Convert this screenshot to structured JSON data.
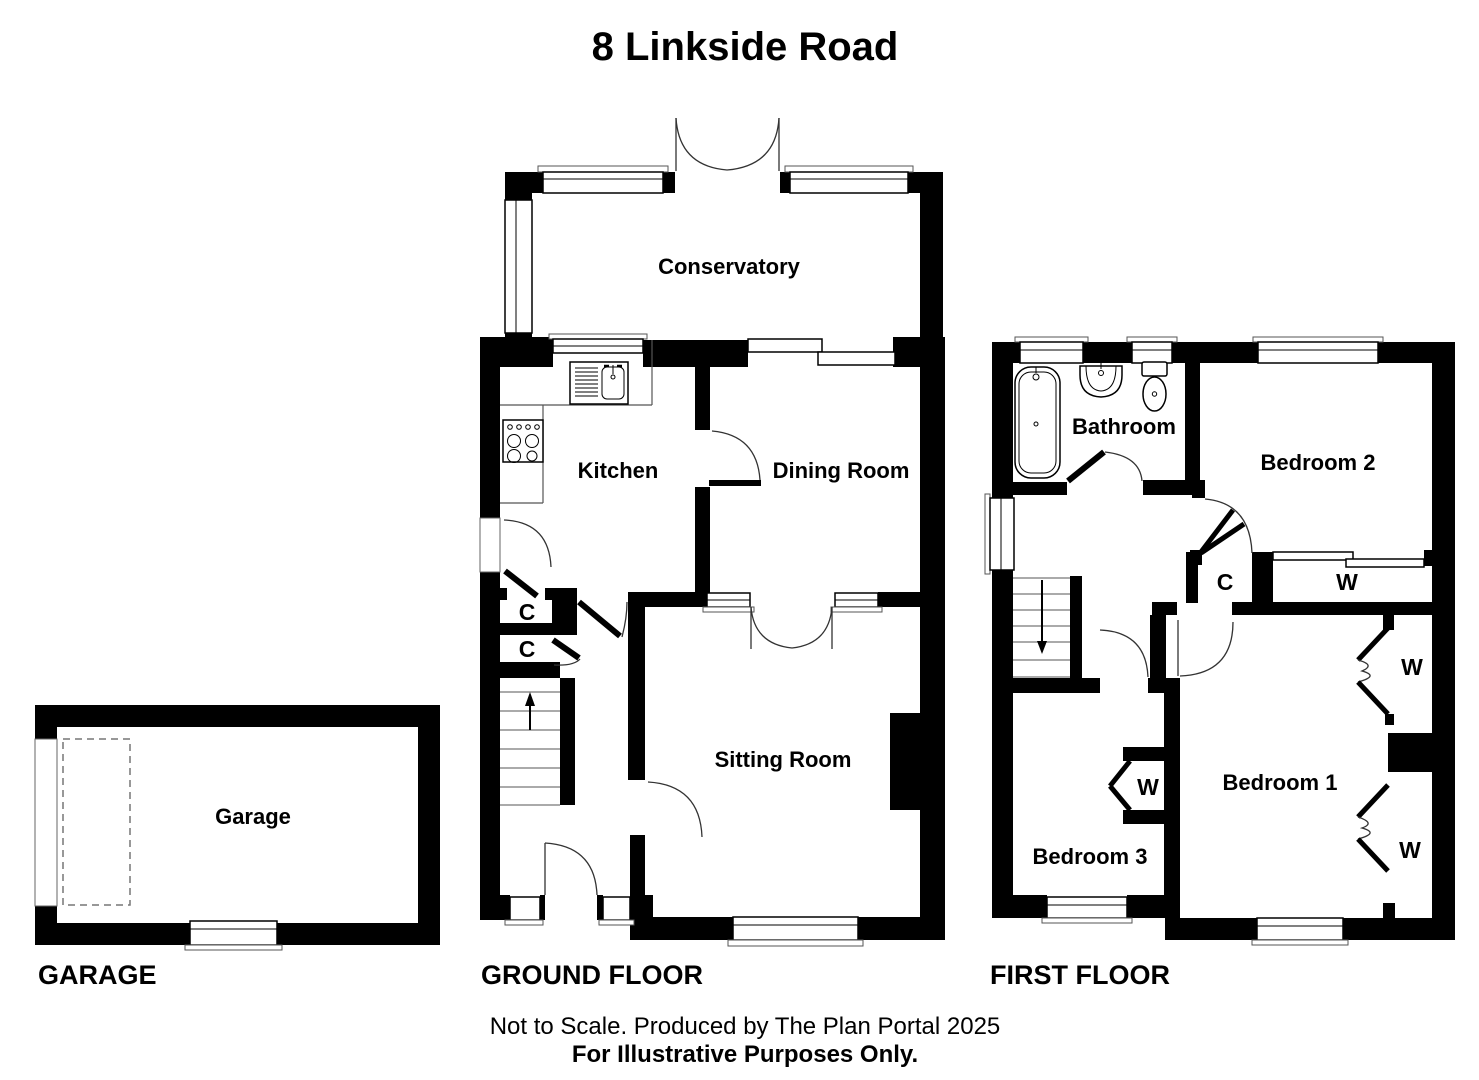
{
  "title": "8 Linkside Road",
  "garage": {
    "heading": "GARAGE",
    "room": "Garage"
  },
  "ground_floor": {
    "heading": "GROUND FLOOR",
    "conservatory": "Conservatory",
    "kitchen": "Kitchen",
    "dining_room": "Dining Room",
    "sitting_room": "Sitting Room",
    "cupboard_1": "C",
    "cupboard_2": "C"
  },
  "first_floor": {
    "heading": "FIRST FLOOR",
    "bathroom": "Bathroom",
    "bedroom_1": "Bedroom 1",
    "bedroom_2": "Bedroom 2",
    "bedroom_3": "Bedroom 3",
    "cupboard": "C",
    "wardrobe_bedroom2": "W",
    "wardrobe_bedroom3": "W",
    "wardrobe_bedroom1_upper": "W",
    "wardrobe_bedroom1_lower": "W"
  },
  "footer": {
    "line1": "Not to Scale. Produced by The Plan Portal 2025",
    "line2": "For Illustrative Purposes Only."
  },
  "colors": {
    "wall": "#000000",
    "background": "#ffffff"
  }
}
